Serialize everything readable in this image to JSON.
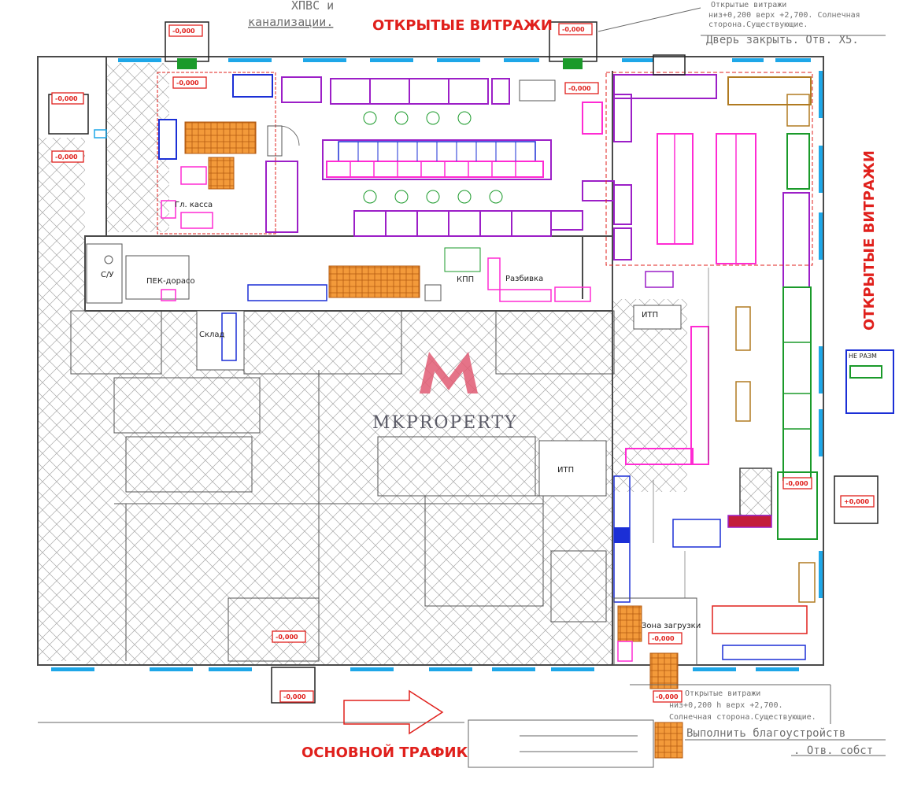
{
  "title_top": "ОТКРЫТЫЕ ВИТРАЖИ",
  "title_right": "ОТКРЫТЫЕ ВИТРАЖИ",
  "title_bottom": "ОСНОВНОЙ ТРАФИК",
  "note_top_left": "ХПВС и",
  "note_top_left_2": "канализации.",
  "note_top_right_1": "Открытые витражи",
  "note_top_right_2": "низ+0,200 верх +2,700. Солнечная",
  "note_top_right_3": "сторона.Существующие.",
  "note_top_right_4": "Дверь закрыть. Отв. X5.",
  "note_bottom_1": "Открытые витражи",
  "note_bottom_2": "низ+0,200 h верх +2,700.",
  "note_bottom_3": "Солнечная сторона.Существующие.",
  "note_bottom_4": "Выполнить благоустройств",
  "note_bottom_5": ". Отв. собст",
  "rooms": {
    "su": "С/У",
    "pek": "ПЕК-дорасо",
    "sklad": "Склад",
    "ipp1": "ИТП",
    "ipp2": "ИТП",
    "kpp": "КПП",
    "razbivka": "Разбивка",
    "kassa": "Гл. касса",
    "zona": "Зона загрузки",
    "ne_razm": "НЕ РАЗМ"
  },
  "level_marks": {
    "m1": "-0,000",
    "m2": "-0,000",
    "m3": "-0,000",
    "m4": "-0,000",
    "m5": "-0,000",
    "m6": "-0,000",
    "m7": "-0,000",
    "m8": "-0,000",
    "m9": "-0,000",
    "m10": "-0,000",
    "m11": "-0,000",
    "m12": "+0,000"
  },
  "logo": {
    "letter": "M",
    "text": "MKPROPERTY"
  },
  "colors": {
    "wall": "#555555",
    "window": "#1ea7e8",
    "shelf": "#9c1fc7",
    "fridge": "#ff2bd3",
    "pallet": "#f08a24",
    "red": "#e0201c",
    "green": "#1a9a2a",
    "blue": "#1b2fd6",
    "hatch": "#9a9a9a",
    "logo": "#e05a73"
  }
}
